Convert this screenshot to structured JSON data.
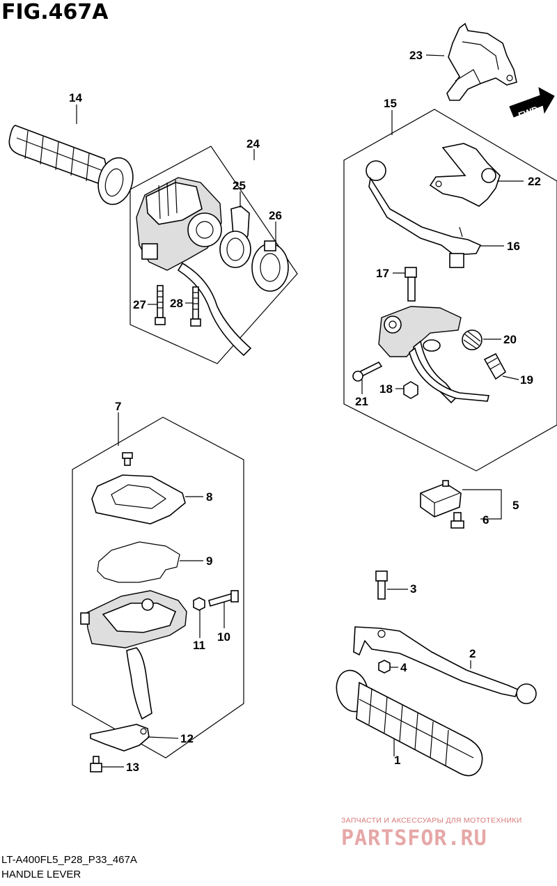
{
  "figure": {
    "title": "FIG.467A",
    "model_code": "LT-A400FL5_P28_P33_467A",
    "section_name": "HANDLE LEVER",
    "direction_marker": "FWD"
  },
  "callouts": [
    "1",
    "2",
    "3",
    "4",
    "5",
    "6",
    "7",
    "8",
    "9",
    "10",
    "11",
    "12",
    "13",
    "14",
    "15",
    "16",
    "17",
    "18",
    "19",
    "20",
    "21",
    "22",
    "23",
    "24",
    "25",
    "26",
    "27",
    "28"
  ],
  "watermark": {
    "tagline": "ЗАПЧАСТИ И АКСЕССУАРЫ ДЛЯ МОТОТЕХНИКИ",
    "logo": "PARTSFOR.RU"
  }
}
